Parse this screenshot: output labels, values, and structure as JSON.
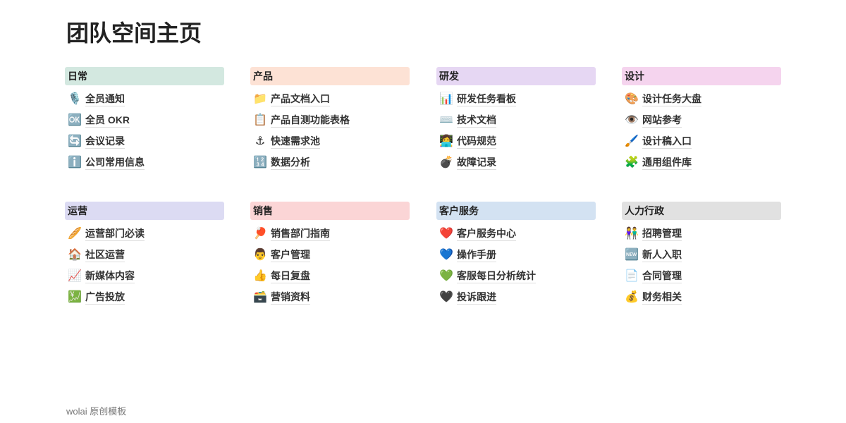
{
  "title": "团队空间主页",
  "groups": [
    {
      "title": "日常",
      "color": "#d3e8e0",
      "items": [
        {
          "icon": "🎙️",
          "label": "全员通知"
        },
        {
          "icon": "🆗",
          "label": "全员 OKR"
        },
        {
          "icon": "🔄",
          "label": "会议记录"
        },
        {
          "icon": "ℹ️",
          "label": "公司常用信息"
        }
      ]
    },
    {
      "title": "产品",
      "color": "#fde2d5",
      "items": [
        {
          "icon": "📁",
          "label": "产品文档入口"
        },
        {
          "icon": "📋",
          "label": "产品自测功能表格"
        },
        {
          "icon": "⚓",
          "label": "快速需求池"
        },
        {
          "icon": "🔢",
          "label": "数据分析"
        }
      ]
    },
    {
      "title": "研发",
      "color": "#e6d7f3",
      "items": [
        {
          "icon": "📊",
          "label": "研发任务看板"
        },
        {
          "icon": "⌨️",
          "label": "技术文档"
        },
        {
          "icon": "👩‍💻",
          "label": "代码规范"
        },
        {
          "icon": "💣",
          "label": "故障记录"
        }
      ]
    },
    {
      "title": "设计",
      "color": "#f5d4ee",
      "items": [
        {
          "icon": "🎨",
          "label": "设计任务大盘"
        },
        {
          "icon": "👁️",
          "label": "网站参考"
        },
        {
          "icon": "🖌️",
          "label": "设计稿入口"
        },
        {
          "icon": "🧩",
          "label": "通用组件库"
        }
      ]
    },
    {
      "title": "运营",
      "color": "#dcdbf3",
      "items": [
        {
          "icon": "🥖",
          "label": "运营部门必读"
        },
        {
          "icon": "🏠",
          "label": "社区运营"
        },
        {
          "icon": "📈",
          "label": "新媒体内容"
        },
        {
          "icon": "💹",
          "label": "广告投放"
        }
      ]
    },
    {
      "title": "销售",
      "color": "#fbd5d6",
      "items": [
        {
          "icon": "🏓",
          "label": "销售部门指南"
        },
        {
          "icon": "👨",
          "label": "客户管理"
        },
        {
          "icon": "👍",
          "label": "每日复盘"
        },
        {
          "icon": "🗃️",
          "label": "营销资料"
        }
      ]
    },
    {
      "title": "客户服务",
      "color": "#d3e2f2",
      "items": [
        {
          "icon": "❤️",
          "label": "客户服务中心"
        },
        {
          "icon": "💙",
          "label": "操作手册"
        },
        {
          "icon": "💚",
          "label": "客服每日分析统计"
        },
        {
          "icon": "🖤",
          "label": "投诉跟进"
        }
      ]
    },
    {
      "title": "人力行政",
      "color": "#e1e1e1",
      "items": [
        {
          "icon": "👫",
          "label": "招聘管理"
        },
        {
          "icon": "🆕",
          "label": "新人入职"
        },
        {
          "icon": "📄",
          "label": "合同管理"
        },
        {
          "icon": "💰",
          "label": "财务相关"
        }
      ]
    }
  ],
  "footer": "wolai 原创模板"
}
